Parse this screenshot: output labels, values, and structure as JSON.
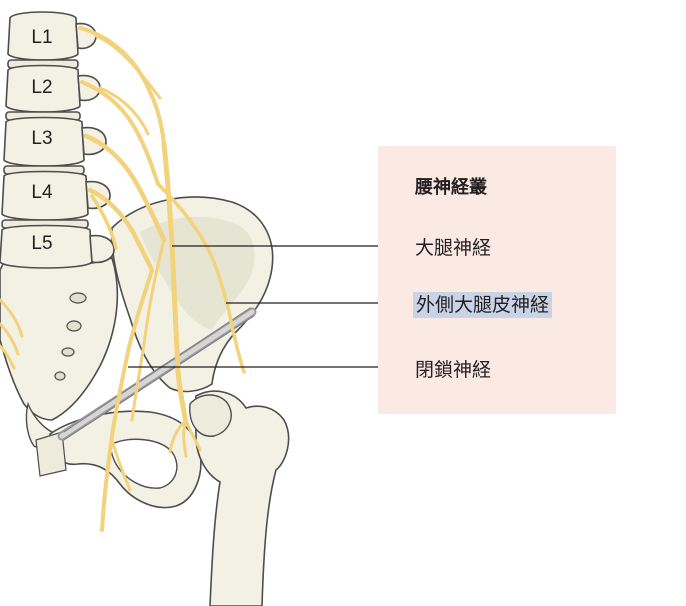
{
  "vertebrae": [
    "L1",
    "L2",
    "L3",
    "L4",
    "L5"
  ],
  "legend": {
    "title": "腰神経叢",
    "femoral_nerve": "大腿神経",
    "lateral_femoral_cutaneous_nerve": "外側大腿皮神経",
    "obturator_nerve": "閉鎖神経"
  },
  "colors": {
    "bone": "#f2f1e4",
    "bone_outline": "#4d4d4d",
    "nerve": "#f2d27a",
    "legend_background": "#fbe9e3",
    "highlight": "#c9d3e6",
    "ligament": "#9a9a9a"
  }
}
